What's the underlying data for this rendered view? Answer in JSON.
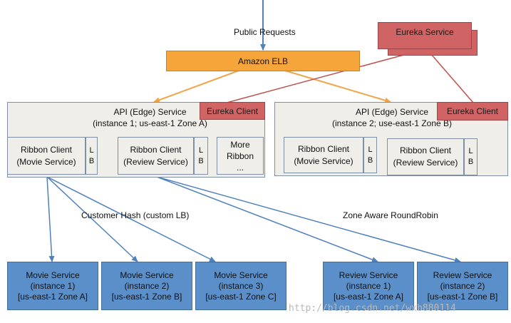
{
  "labels": {
    "public_requests": "Public Requests",
    "customer_hash": "Customer Hash (custom LB)",
    "zone_aware": "Zone Aware RoundRobin"
  },
  "elb": {
    "label": "Amazon ELB"
  },
  "eureka_service": {
    "label": "Eureka Service"
  },
  "api_services": [
    {
      "title": "API (Edge) Service\n(instance 1; us-east-1 Zone A)",
      "eureka_client": "Eureka Client",
      "clients": [
        {
          "label": "Ribbon Client\n(Movie Service)",
          "lb": "L\nB"
        },
        {
          "label": "Ribbon Client\n(Review Service)",
          "lb": "L\nB"
        }
      ],
      "more": "More\nRibbon\n..."
    },
    {
      "title": "API (Edge) Service\n(instance 2; use-east-1 Zone B)",
      "eureka_client": "Eureka Client",
      "clients": [
        {
          "label": "Ribbon Client\n(Movie Service)",
          "lb": "L\nB"
        },
        {
          "label": "Ribbon Client\n(Review Service)",
          "lb": "L\nB"
        }
      ]
    }
  ],
  "backend_services": [
    {
      "label": "Movie Service\n(instance 1)\n[us-east-1 Zone A]"
    },
    {
      "label": "Movie Service\n(instance 2)\n[us-east-1 Zone B]"
    },
    {
      "label": "Movie Service\n(instance 3)\n[us-east-1 Zone C]"
    },
    {
      "label": "Review Service\n(instance 1)\n[us-east-1 Zone A]"
    },
    {
      "label": "Review Service\n(instance 2)\n[us-east-1 Zone B]"
    }
  ],
  "watermark": "http://blog.csdn.net/wxb880114",
  "colors": {
    "elb": "#f5a53a",
    "eureka": "#d06464",
    "service_blue": "#5b8fc9",
    "arrow_blue": "#4f81bd",
    "arrow_orange": "#f0a54a",
    "line_red": "#c0504d",
    "edge_box": "#efeee8"
  }
}
